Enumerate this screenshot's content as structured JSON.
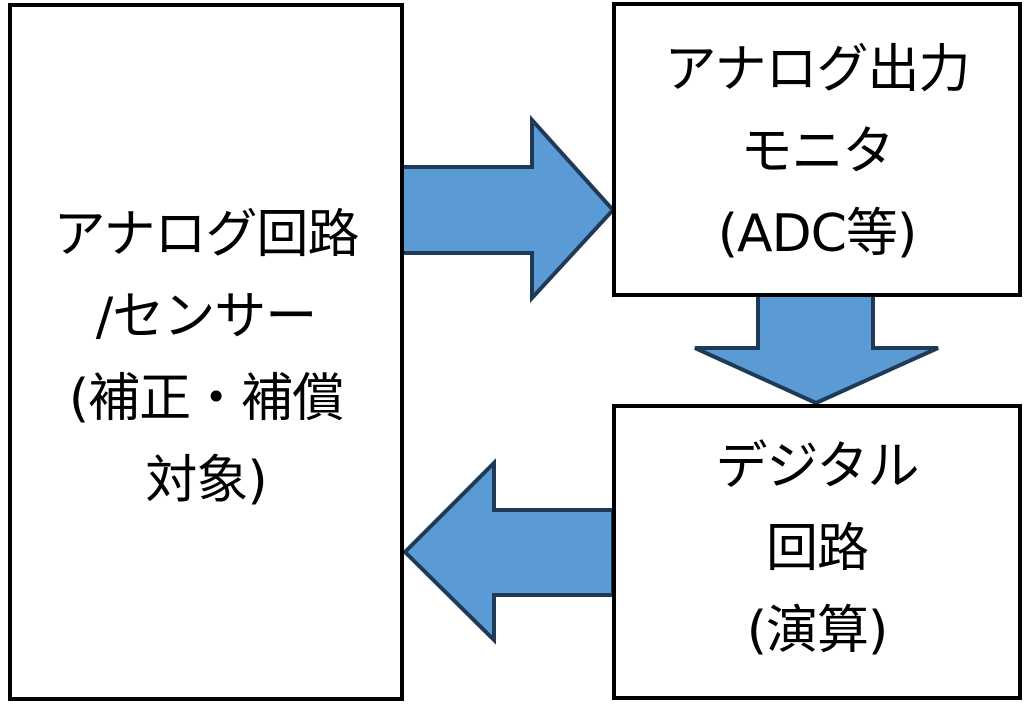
{
  "diagram": {
    "type": "block-diagram",
    "colors": {
      "arrow_fill": "#5b9bd5",
      "arrow_stroke": "#1f3a56",
      "box_border": "#000000",
      "box_fill": "#ffffff",
      "text": "#000000"
    },
    "nodes": [
      {
        "id": "analog-circuit",
        "lines": [
          "アナログ回路",
          "/センサー",
          "(補正・補償",
          "対象)"
        ]
      },
      {
        "id": "analog-output-monitor",
        "lines": [
          "アナログ出力",
          "モニタ",
          "(ADC等)"
        ]
      },
      {
        "id": "digital-circuit",
        "lines": [
          "デジタル",
          "回路",
          "(演算)"
        ]
      }
    ],
    "edges": [
      {
        "from": "analog-circuit",
        "to": "analog-output-monitor",
        "direction": "right"
      },
      {
        "from": "analog-output-monitor",
        "to": "digital-circuit",
        "direction": "down"
      },
      {
        "from": "digital-circuit",
        "to": "analog-circuit",
        "direction": "left"
      }
    ]
  }
}
